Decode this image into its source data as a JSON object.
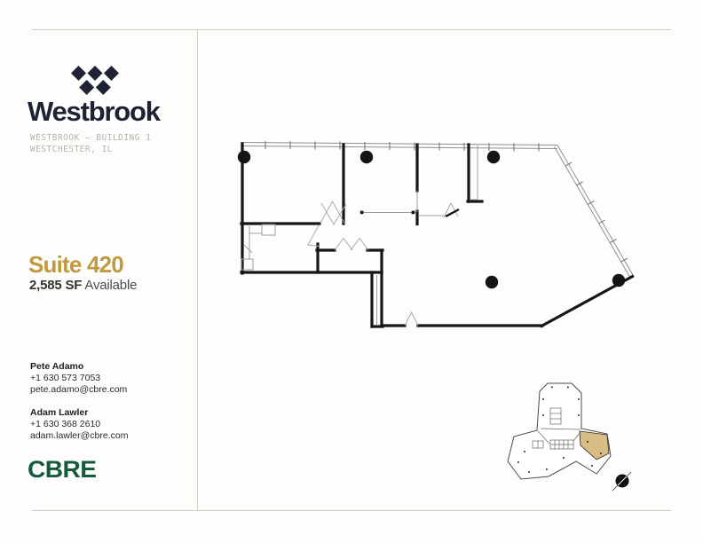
{
  "page": {
    "background": "#fdfdfc",
    "rule_color": "#cccac5"
  },
  "brand": {
    "name": "Westbrook",
    "logo_icon": "westbrook-diamonds-icon",
    "logo_color": "#1d2334",
    "building_line1": "WESTBROOK – BUILDING 1",
    "building_line2": "WESTCHESTER, IL"
  },
  "suite": {
    "title": "Suite 420",
    "area": "2,585 SF",
    "availability": "Available",
    "accent_color": "#c09a3e"
  },
  "contacts": [
    {
      "name": "Pete Adamo",
      "phone": "+1 630 573 7053",
      "email": "pete.adamo@cbre.com"
    },
    {
      "name": "Adam Lawler",
      "phone": "+1 630 368 2610",
      "email": "adam.lawler@cbre.com"
    }
  ],
  "broker": {
    "logo_text": "CBRE",
    "color": "#15593f"
  },
  "floorplan": {
    "wall_color": "#161616",
    "window_wall_color": "#8f8f8f",
    "door_swing_color": "#a3a3a3",
    "column_color": "#141414",
    "columns_count": 5
  },
  "keyplan": {
    "suite_highlight_color": "#d8bc84",
    "outline_color": "#4a4a4a",
    "north_arrow": "north-arrow-icon"
  }
}
